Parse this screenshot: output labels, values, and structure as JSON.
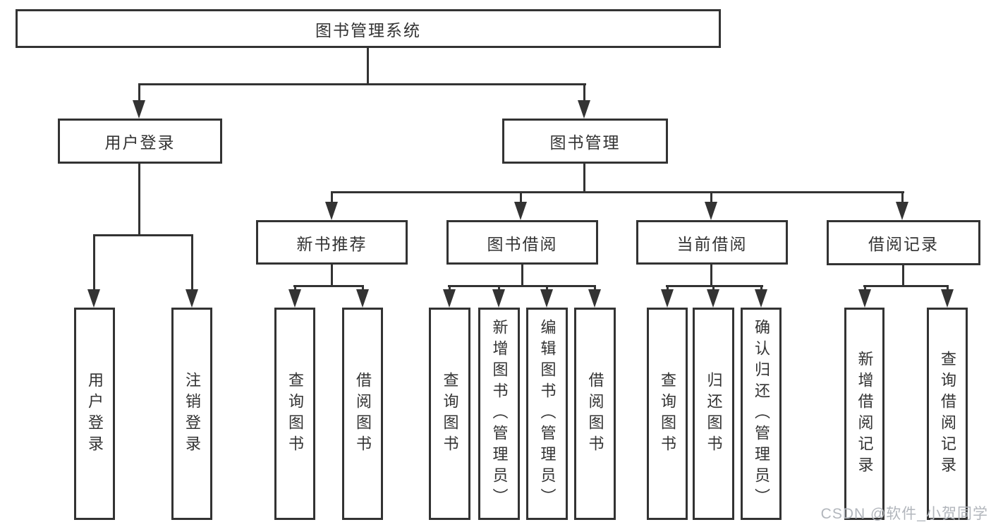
{
  "tree": {
    "label": "图书管理系统",
    "children": [
      {
        "label": "用户登录",
        "children": [
          {
            "label": "用户登录"
          },
          {
            "label": "注销登录"
          }
        ]
      },
      {
        "label": "图书管理",
        "children": [
          {
            "label": "新书推荐",
            "children": [
              {
                "label": "查询图书"
              },
              {
                "label": "借阅图书"
              }
            ]
          },
          {
            "label": "图书借阅",
            "children": [
              {
                "label": "查询图书"
              },
              {
                "label": "新增图书（管理员）"
              },
              {
                "label": "编辑图书（管理员）"
              },
              {
                "label": "借阅图书"
              }
            ]
          },
          {
            "label": "当前借阅",
            "children": [
              {
                "label": "查询图书"
              },
              {
                "label": "归还图书"
              },
              {
                "label": "确认归还（管理员）"
              }
            ]
          },
          {
            "label": "借阅记录",
            "children": [
              {
                "label": "新增借阅记录"
              },
              {
                "label": "查询借阅记录"
              }
            ]
          }
        ]
      }
    ]
  },
  "watermark": {
    "text": "CSDN @软件_小贺同学"
  },
  "colors": {
    "line": "#333333",
    "text": "#333333",
    "watermark": "#b2b6bc",
    "background": "#ffffff"
  }
}
